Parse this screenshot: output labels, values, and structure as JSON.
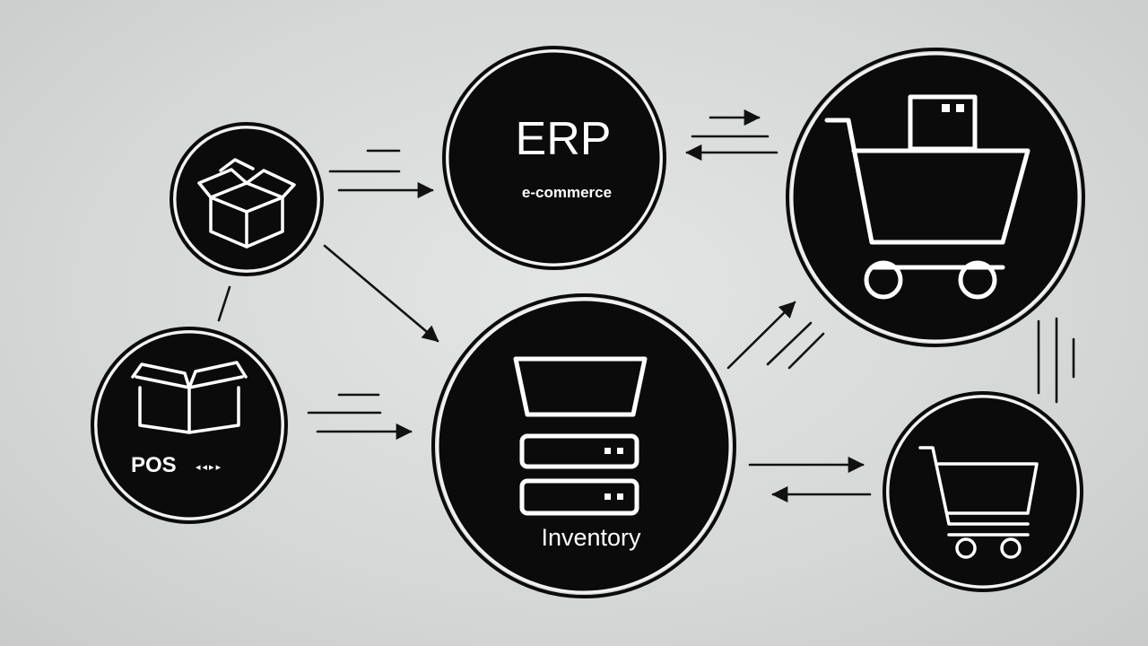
{
  "nodes": {
    "erp": {
      "title": "ERP",
      "subtitle": "e-commerce"
    },
    "pos": {
      "title": "POS",
      "suffix": "◂◂▸▸"
    },
    "inventory": {
      "title": "Inventory"
    }
  },
  "icons": {
    "supplier": "open-box-icon",
    "pos": "open-box-icon",
    "inventory": "server-stack-icon",
    "store": "shopping-cart-with-package-icon",
    "checkout": "shopping-cart-icon"
  },
  "colors": {
    "background": "#d8dada",
    "node_fill": "#0b0b0b",
    "icon_stroke": "#ffffff",
    "connector": "#111111"
  }
}
